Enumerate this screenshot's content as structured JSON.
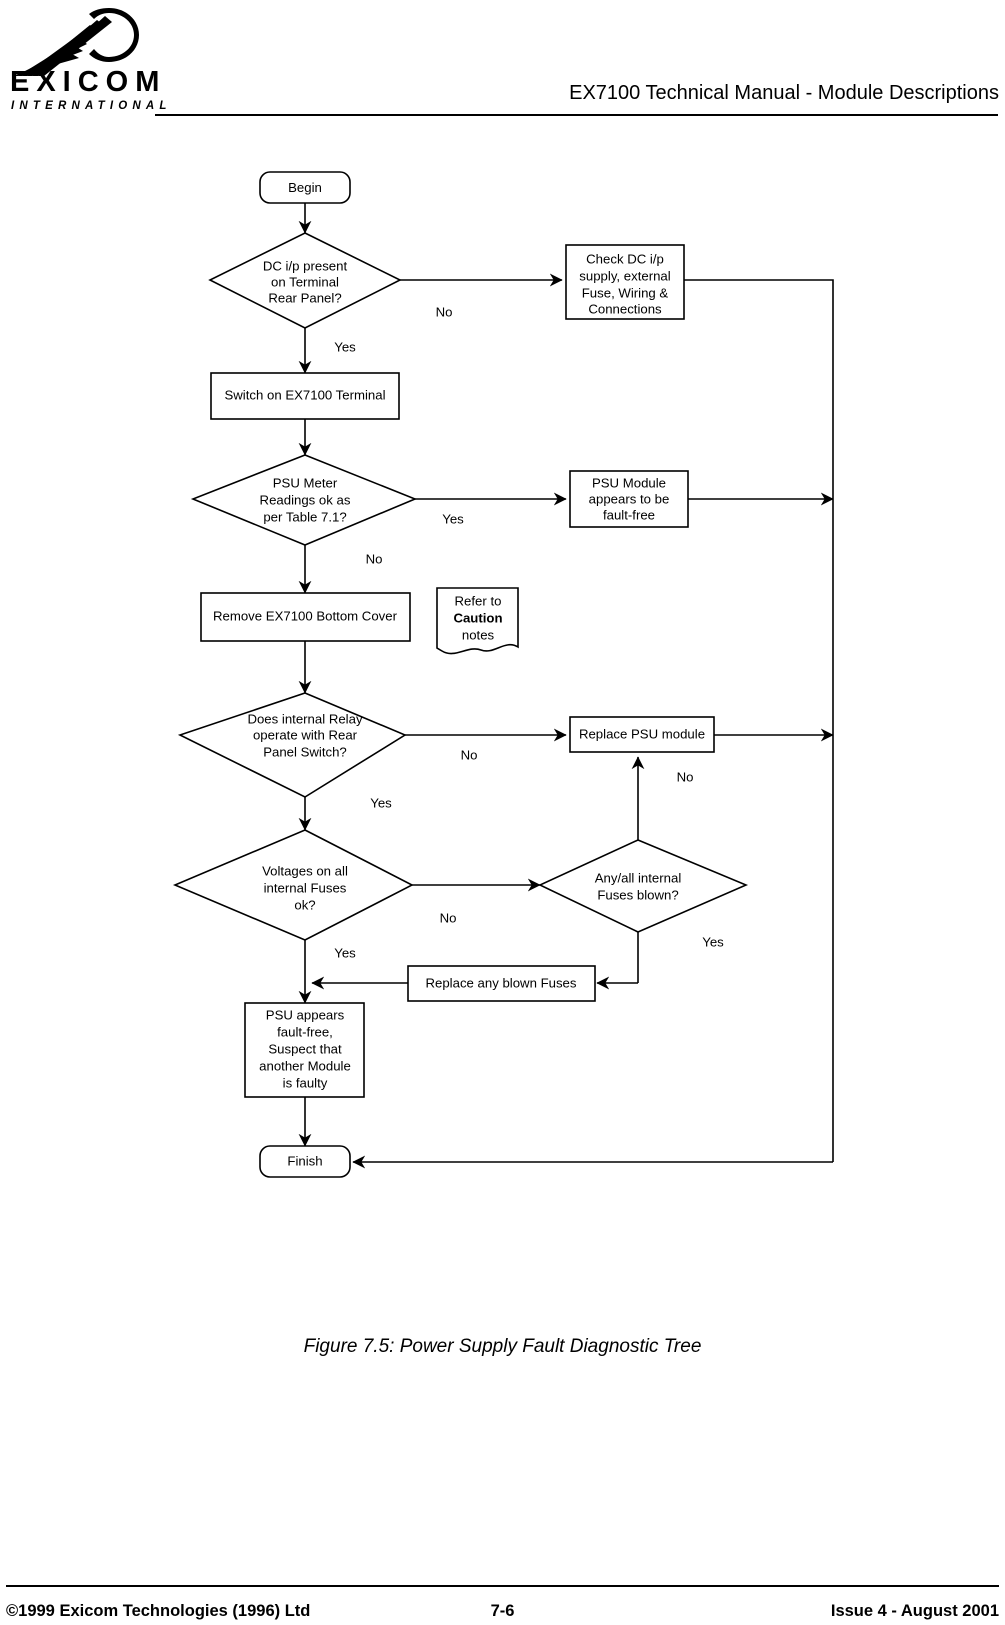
{
  "header": {
    "logo_name": "EXICOM",
    "logo_tagline": "INTERNATIONAL",
    "logo_icon": "comet-circle-logo",
    "title": "EX7100 Technical Manual - Module Descriptions"
  },
  "figure": {
    "caption": "Figure 7.5: Power Supply Fault Diagnostic Tree",
    "nodes": {
      "begin": "Begin",
      "dc_present": "DC i/p present\non Terminal\nRear Panel?",
      "check_dc": "Check DC i/p\nsupply, external\nFuse, Wiring &\nConnections",
      "switch_on": "Switch on EX7100 Terminal",
      "psu_meter": "PSU Meter\nReadings ok as\nper Table 7.1?",
      "psu_fault_free": "PSU Module\nappears to be\nfault-free",
      "remove_cover": "Remove EX7100 Bottom Cover",
      "caution_line1": "Refer to",
      "caution_line2": "Caution",
      "caution_line3": "notes",
      "relay": "Does internal Relay\noperate with Rear\nPanel Switch?",
      "replace_psu": "Replace PSU module",
      "voltages": "Voltages on all\ninternal Fuses\nok?",
      "fuses_blown": "Any/all internal\nFuses blown?",
      "replace_fuses": "Replace any blown Fuses",
      "psu_suspect": "PSU appears\nfault-free,\nSuspect that\nanother Module\nis faulty",
      "finish": "Finish"
    },
    "edge_labels": {
      "dc_no": "No",
      "dc_yes": "Yes",
      "meter_yes": "Yes",
      "meter_no": "No",
      "relay_no": "No",
      "relay_yes": "Yes",
      "voltages_no": "No",
      "voltages_yes": "Yes",
      "blown_no": "No",
      "blown_yes": "Yes"
    }
  },
  "footer": {
    "copyright": "©1999 Exicom Technologies (1996) Ltd",
    "page_number": "7-6",
    "issue": "Issue 4 - August 2001"
  },
  "colors": {
    "ink": "#000000",
    "paper": "#ffffff"
  }
}
